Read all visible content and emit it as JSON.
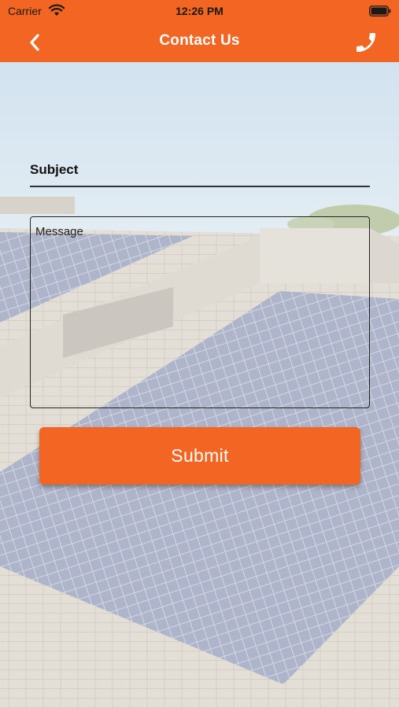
{
  "status_bar": {
    "carrier": "Carrier",
    "time": "12:26 PM",
    "wifi_icon": "wifi-icon",
    "battery_icon": "battery-full-icon"
  },
  "nav": {
    "title": "Contact Us",
    "back_icon": "chevron-left-icon",
    "phone_icon": "phone-icon"
  },
  "form": {
    "subject_placeholder": "Subject",
    "subject_value": "",
    "message_placeholder": "Message",
    "message_value": "",
    "submit_label": "Submit"
  },
  "colors": {
    "accent": "#f26522",
    "nav_text": "#ffffff",
    "field_border": "#333333"
  }
}
